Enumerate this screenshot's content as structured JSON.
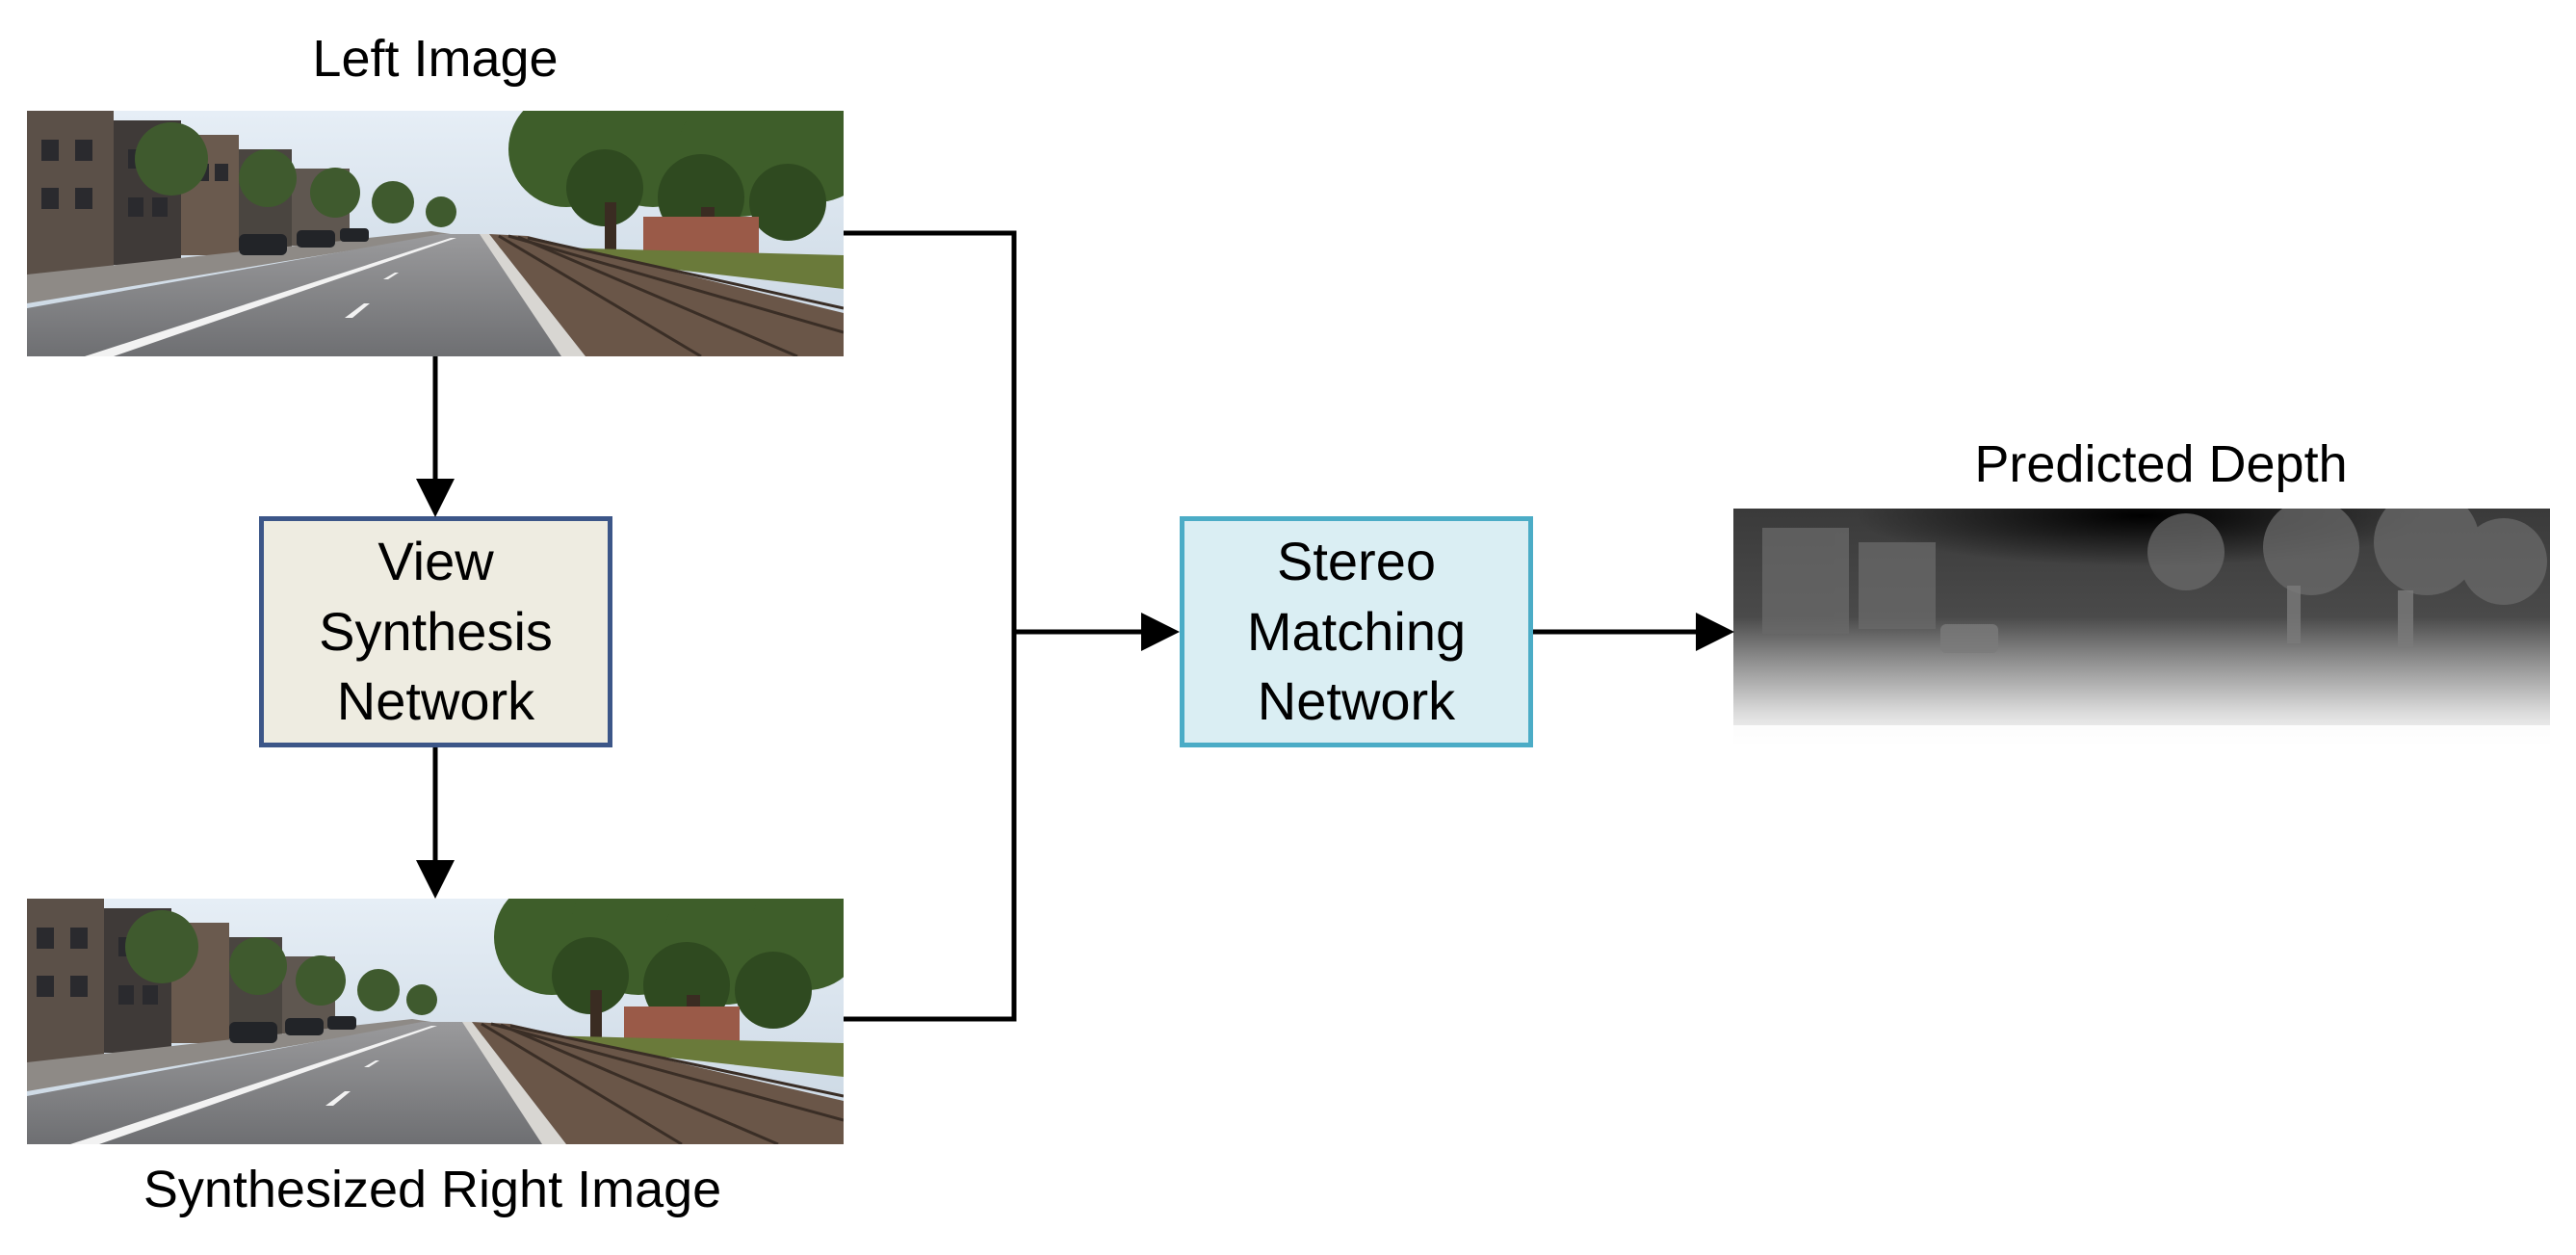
{
  "captions": {
    "left_image": "Left Image",
    "synthesized_right_image": "Synthesized Right Image",
    "predicted_depth": "Predicted Depth"
  },
  "boxes": {
    "view_synthesis": {
      "lines": [
        "View",
        "Synthesis",
        "Network"
      ],
      "fill": "#eeece1",
      "border": "#3c5688"
    },
    "stereo_matching": {
      "lines": [
        "Stereo",
        "Matching",
        "Network"
      ],
      "fill": "#daeef3",
      "border": "#4bacc6"
    }
  },
  "colors": {
    "arrow": "#000000"
  }
}
